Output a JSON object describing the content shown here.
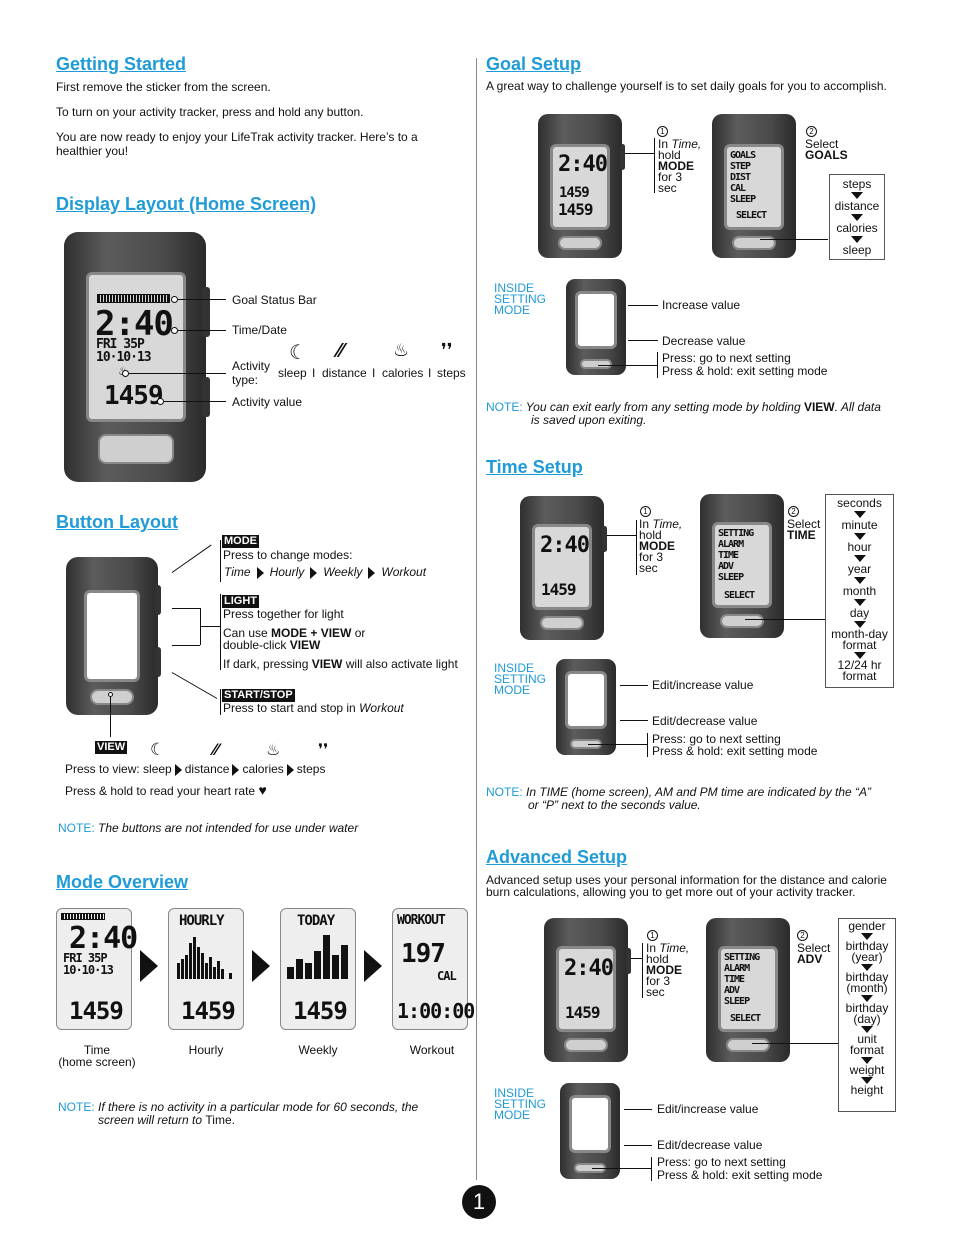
{
  "left": {
    "getting_started": {
      "title": "Getting Started",
      "p1": "First remove the sticker from the screen.",
      "p2": "To turn on your activity tracker, press and hold any button.",
      "p3": "You are now ready to enjoy your LifeTrak activity tracker. Here’s to a healthier you!"
    },
    "display_layout": {
      "title": "Display Layout (Home Screen)",
      "goal_status_bar": "Goal Status Bar",
      "time_date": "Time/Date",
      "activity_type": "Activity type:",
      "activity_value": "Activity value",
      "types": [
        "sleep",
        "distance",
        "calories",
        "steps"
      ],
      "sep": "I",
      "lcd_time": "2:40",
      "lcd_day": "FRI  35P",
      "lcd_date": "10·10·13",
      "lcd_value": "1459"
    },
    "button_layout": {
      "title": "Button Layout",
      "mode_tag": "MODE",
      "mode_desc": "Press to change modes:",
      "modes": [
        "Time",
        "Hourly",
        "Weekly",
        "Workout"
      ],
      "light_tag": "LIGHT",
      "light_desc": "Press together for light",
      "light_can_use": "Can use",
      "light_combo": "MODE + VIEW",
      "light_or": "or",
      "light_double": "double-click",
      "light_view": "VIEW",
      "light_dark": "If dark, pressing",
      "light_dark_view": "VIEW",
      "light_dark_end": "will also activate light",
      "start_tag": "START/STOP",
      "start_desc": "Press to start and stop in",
      "start_workout": "Workout",
      "view_tag": "VIEW",
      "view_desc": "Press to view:",
      "view_items": [
        "sleep",
        "distance",
        "calories",
        "steps"
      ],
      "heart": "Press & hold to read your heart rate",
      "note_lbl": "NOTE:",
      "note": "The buttons are not intended for use under water"
    },
    "mode_overview": {
      "title": "Mode Overview",
      "labels": [
        "Time",
        "Hourly",
        "Weekly",
        "Workout"
      ],
      "sub": "(home screen)",
      "hourly": "HOURLY",
      "today": "TODAY",
      "workout": "WORKOUT",
      "cal_val": "197",
      "cal": "CAL",
      "dur": "1:00:00",
      "value": "1459",
      "note_lbl": "NOTE:",
      "note1": "If there is no activity in a particular mode for 60 seconds, the",
      "note2": "screen will return to",
      "note2_em": "Time."
    }
  },
  "right": {
    "goal_setup": {
      "title": "Goal Setup",
      "intro": "A great way to challenge yourself is to set daily goals for you to accomplish.",
      "step1_num": "1",
      "step1_in": "In",
      "step1_time": "Time,",
      "step1_hold": "hold",
      "step1_mode": "MODE",
      "step1_for": "for 3",
      "step1_sec": "sec",
      "step2_num": "2",
      "step2_select": "Select",
      "step2_target": "GOALS",
      "options": [
        "steps",
        "distance",
        "calories",
        "sleep"
      ],
      "menu": [
        "GOALS",
        "STEP",
        "DIST",
        "CAL",
        "SLEEP"
      ],
      "select_lcd": "SELECT",
      "inside": [
        "INSIDE",
        "SETTING",
        "MODE"
      ],
      "inc": "Increase value",
      "dec": "Decrease value",
      "next": "Press: go to next setting",
      "exit": "Press & hold: exit setting mode",
      "note_lbl": "NOTE:",
      "note1": "You can exit early from any setting mode by holding",
      "note1_b": "VIEW",
      "note1_end": ". All data",
      "note2": "is saved upon exiting."
    },
    "time_setup": {
      "title": "Time Setup",
      "step1_num": "1",
      "step1_in": "In",
      "step1_time": "Time,",
      "step1_hold": "hold",
      "step1_mode": "MODE",
      "step1_for": "for 3",
      "step1_sec": "sec",
      "step2_num": "2",
      "step2_select": "Select",
      "step2_target": "TIME",
      "options": [
        "seconds",
        "minute",
        "hour",
        "year",
        "month",
        "day",
        "month-day format",
        "12/24 hr format"
      ],
      "menu": [
        "SETTING",
        "ALARM",
        "TIME",
        "ADV",
        "SLEEP"
      ],
      "select_lcd": "SELECT",
      "inside": [
        "INSIDE",
        "SETTING",
        "MODE"
      ],
      "inc": "Edit/increase value",
      "dec": "Edit/decrease value",
      "next": "Press: go to next setting",
      "exit": "Press & hold: exit setting mode",
      "note_lbl": "NOTE:",
      "note1": "In TIME (home screen), AM and PM time are indicated by the “A”",
      "note2": "or “P” next to the seconds value."
    },
    "advanced_setup": {
      "title": "Advanced Setup",
      "intro1": "Advanced setup uses your personal information for the distance and calorie",
      "intro2": "burn calculations, allowing you to get more out of your activity tracker.",
      "step1_num": "1",
      "step1_in": "In",
      "step1_time": "Time,",
      "step1_hold": "hold",
      "step1_mode": "MODE",
      "step1_for": "for 3",
      "step1_sec": "sec",
      "step2_num": "2",
      "step2_select": "Select",
      "step2_target": "ADV",
      "options": [
        "gender",
        "birthday (year)",
        "birthday (month)",
        "birthday (day)",
        "unit format",
        "weight",
        "height"
      ],
      "menu": [
        "SETTING",
        "ALARM",
        "TIME",
        "ADV",
        "SLEEP"
      ],
      "select_lcd": "SELECT",
      "inside": [
        "INSIDE",
        "SETTING",
        "MODE"
      ],
      "inc": "Edit/increase value",
      "dec": "Edit/decrease value",
      "next": "Press: go to next setting",
      "exit": "Press & hold: exit setting mode"
    }
  },
  "page_number": "1"
}
